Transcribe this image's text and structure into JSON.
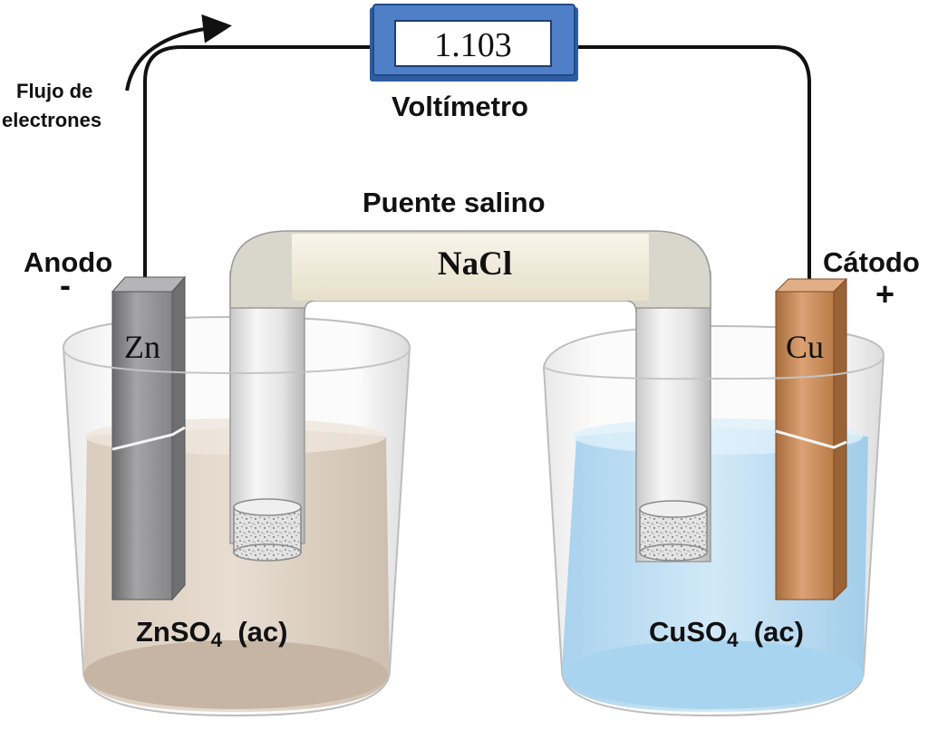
{
  "voltmeter": {
    "reading": "1.103",
    "label": "Voltímetro"
  },
  "electron_flow": {
    "line1": "Flujo de",
    "line2": "electrones"
  },
  "salt_bridge": {
    "label": "Puente salino",
    "electrolyte": "NaCl"
  },
  "anode": {
    "label": "Anodo",
    "sign": "-",
    "electrode": "Zn",
    "solution_main": "ZnSO",
    "solution_sub": "4",
    "solution_state": "(ac)"
  },
  "cathode": {
    "label": "Cátodo",
    "sign": "+",
    "electrode": "Cu",
    "solution_main": "CuSO",
    "solution_sub": "4",
    "solution_state": "(ac)"
  },
  "colors": {
    "zinc": "#8d8d8f",
    "copper": "#c98b55",
    "zn_solution": "#d8cbbd",
    "cu_solution": "#b7daf0",
    "voltmeter_body": "#3f6eb5",
    "bridge": "#f3eedd"
  }
}
